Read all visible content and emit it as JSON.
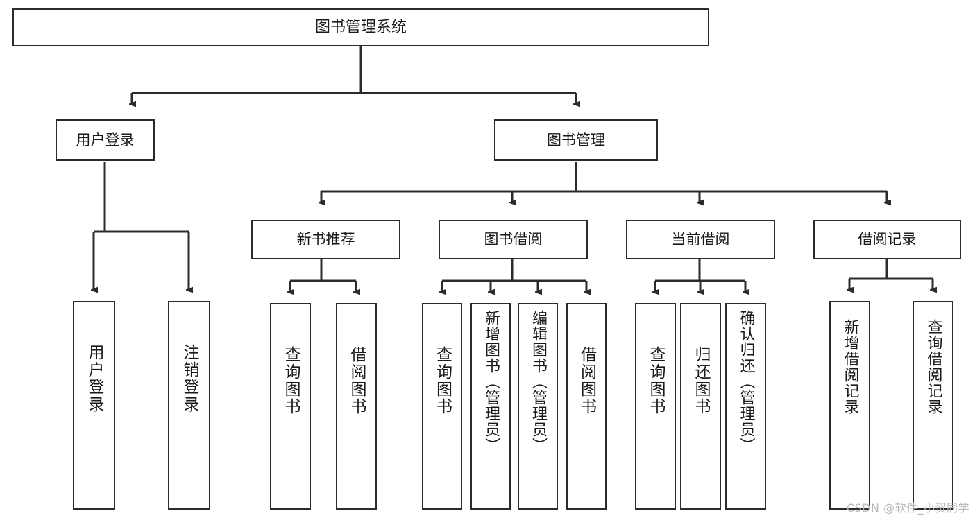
{
  "diagram": {
    "title": "图书管理系统",
    "type": "hierarchy-tree",
    "watermark": "CSDN @软件_小贺同学",
    "colors": {
      "stroke": "#2b2b2b",
      "fill": "#ffffff",
      "text": "#1a1a1a",
      "watermark": "#b9b9b9"
    },
    "levels": {
      "root": [
        "图书管理系统"
      ],
      "level2": [
        "用户登录",
        "图书管理"
      ],
      "level3": [
        "新书推荐",
        "图书借阅",
        "当前借阅",
        "借阅记录"
      ],
      "leaves": [
        "用户登录",
        "注销登录",
        "查询图书",
        "借阅图书",
        "查询图书",
        "新增图书（管理员）",
        "编辑图书（管理员）",
        "借阅图书",
        "查询图书",
        "归还图书",
        "确认归还（管理员）",
        "新增借阅记录",
        "查询借阅记录"
      ]
    },
    "nodes": {
      "root": {
        "label": "图书管理系统"
      },
      "user_login": {
        "label": "用户登录"
      },
      "book_manage": {
        "label": "图书管理"
      },
      "new_book_rec": {
        "label": "新书推荐"
      },
      "book_borrow": {
        "label": "图书借阅"
      },
      "current_borrow": {
        "label": "当前借阅"
      },
      "borrow_record": {
        "label": "借阅记录"
      },
      "leaf_user_login": {
        "label": "用户登录"
      },
      "leaf_logout": {
        "label": "注销登录"
      },
      "leaf_query_book_1": {
        "label": "查询图书"
      },
      "leaf_borrow_book_1": {
        "label": "借阅图书"
      },
      "leaf_query_book_2": {
        "label": "查询图书"
      },
      "leaf_add_book": {
        "label": "新增图书（管理员）"
      },
      "leaf_edit_book": {
        "label": "编辑图书（管理员）"
      },
      "leaf_borrow_book_2": {
        "label": "借阅图书"
      },
      "leaf_query_book_3": {
        "label": "查询图书"
      },
      "leaf_return_book": {
        "label": "归还图书"
      },
      "leaf_confirm_return": {
        "label": "确认归还（管理员）"
      },
      "leaf_add_record": {
        "label": "新增借阅记录"
      },
      "leaf_query_record": {
        "label": "查询借阅记录"
      }
    },
    "edges": [
      {
        "from": "root",
        "to": "user_login"
      },
      {
        "from": "root",
        "to": "book_manage"
      },
      {
        "from": "user_login",
        "to": "leaf_user_login"
      },
      {
        "from": "user_login",
        "to": "leaf_logout"
      },
      {
        "from": "book_manage",
        "to": "new_book_rec"
      },
      {
        "from": "book_manage",
        "to": "book_borrow"
      },
      {
        "from": "book_manage",
        "to": "current_borrow"
      },
      {
        "from": "book_manage",
        "to": "borrow_record"
      },
      {
        "from": "new_book_rec",
        "to": "leaf_query_book_1"
      },
      {
        "from": "new_book_rec",
        "to": "leaf_borrow_book_1"
      },
      {
        "from": "book_borrow",
        "to": "leaf_query_book_2"
      },
      {
        "from": "book_borrow",
        "to": "leaf_add_book"
      },
      {
        "from": "book_borrow",
        "to": "leaf_edit_book"
      },
      {
        "from": "book_borrow",
        "to": "leaf_borrow_book_2"
      },
      {
        "from": "current_borrow",
        "to": "leaf_query_book_3"
      },
      {
        "from": "current_borrow",
        "to": "leaf_return_book"
      },
      {
        "from": "current_borrow",
        "to": "leaf_confirm_return"
      },
      {
        "from": "borrow_record",
        "to": "leaf_add_record"
      },
      {
        "from": "borrow_record",
        "to": "leaf_query_record"
      }
    ]
  }
}
